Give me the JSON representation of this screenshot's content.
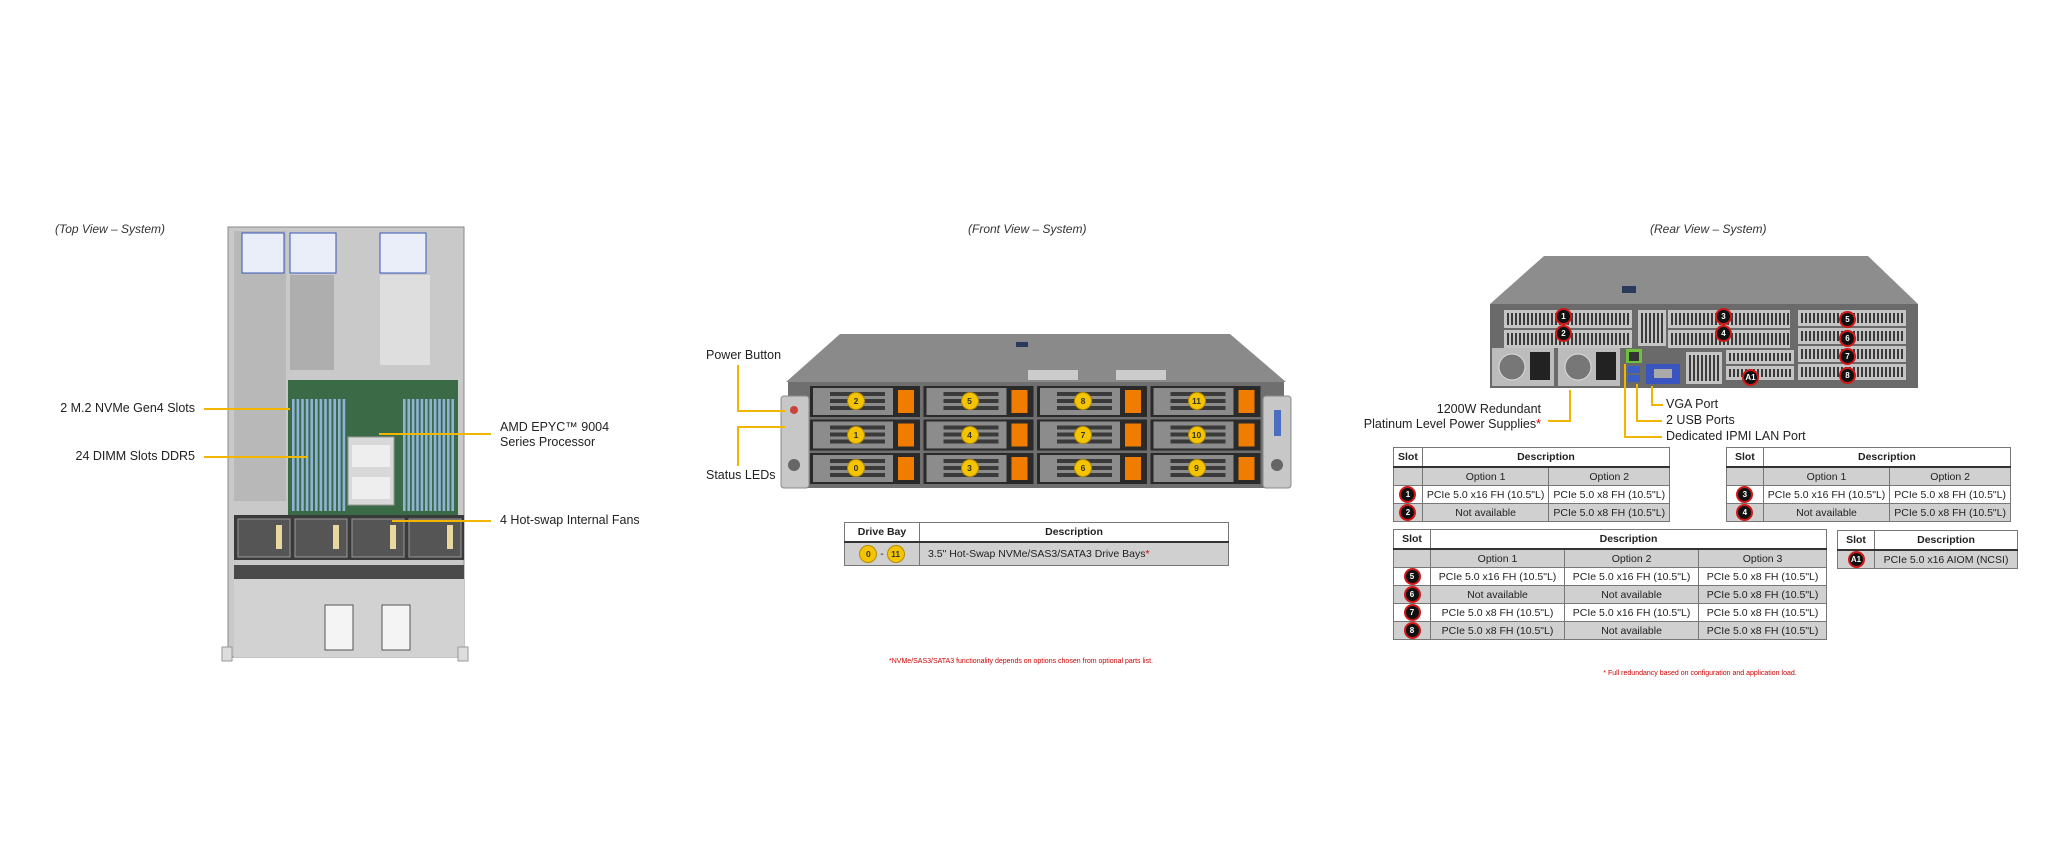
{
  "top_view": {
    "title": "(Top View – System)",
    "callouts": {
      "m2": "2 M.2 NVMe Gen4 Slots",
      "dimm": "24 DIMM Slots DDR5",
      "cpu_line1": "AMD EPYC™ 9004",
      "cpu_line2": "Series Processor",
      "fans": "4 Hot-swap Internal  Fans"
    }
  },
  "front_view": {
    "title": "(Front View – System)",
    "callouts": {
      "power": "Power Button",
      "leds": "Status LEDs"
    },
    "bay_rows": [
      [
        "2",
        "5",
        "8",
        "11"
      ],
      [
        "1",
        "4",
        "7",
        "10"
      ],
      [
        "0",
        "3",
        "6",
        "9"
      ]
    ],
    "table": {
      "headers": [
        "Drive Bay",
        "Description"
      ],
      "bay_from": "0",
      "bay_sep": "-",
      "bay_to": "11",
      "description": "3.5\" Hot-Swap  NVMe/SAS3/SATA3 Drive  Bays",
      "asterisk": "*"
    },
    "footnote": "*NVMe/SAS3/SATA3  functionality depends on options chosen  from optional parts list."
  },
  "rear_view": {
    "title": "(Rear View – System)",
    "slot_badges": [
      "1",
      "2",
      "3",
      "4",
      "5",
      "6",
      "7",
      "8",
      "A1"
    ],
    "callouts": {
      "psu_line1": "1200W Redundant",
      "psu_line2": "Platinum  Level Power Supplies",
      "psu_asterisk": "*",
      "vga": "VGA Port",
      "usb": "2 USB Ports",
      "ipmi": "Dedicated IPMI  LAN Port"
    },
    "tables": [
      {
        "headers": [
          "Slot",
          "Description"
        ],
        "options": [
          "Option 1",
          "Option 2"
        ],
        "rows": [
          {
            "slot": "1",
            "cells": [
              "PCIe 5.0 x16 FH (10.5\"L)",
              "PCIe 5.0 x8 FH (10.5\"L)"
            ]
          },
          {
            "slot": "2",
            "cells": [
              "Not available",
              "PCIe 5.0 x8 FH (10.5\"L)"
            ]
          }
        ]
      },
      {
        "headers": [
          "Slot",
          "Description"
        ],
        "options": [
          "Option 1",
          "Option 2"
        ],
        "rows": [
          {
            "slot": "3",
            "cells": [
              "PCIe 5.0 x16 FH (10.5\"L)",
              "PCIe 5.0 x8 FH (10.5\"L)"
            ]
          },
          {
            "slot": "4",
            "cells": [
              "Not available",
              "PCIe 5.0 x8 FH (10.5\"L)"
            ]
          }
        ]
      },
      {
        "headers": [
          "Slot",
          "Description"
        ],
        "options": [
          "Option 1",
          "Option 2",
          "Option 3"
        ],
        "rows": [
          {
            "slot": "5",
            "cells": [
              "PCIe 5.0 x16 FH (10.5\"L)",
              "PCIe 5.0 x16 FH (10.5\"L)",
              "PCIe 5.0 x8 FH (10.5\"L)"
            ]
          },
          {
            "slot": "6",
            "cells": [
              "Not available",
              "Not available",
              "PCIe 5.0 x8 FH (10.5\"L)"
            ]
          },
          {
            "slot": "7",
            "cells": [
              "PCIe 5.0 x8 FH (10.5\"L)",
              "PCIe 5.0 x16 FH (10.5\"L)",
              "PCIe 5.0 x8 FH (10.5\"L)"
            ]
          },
          {
            "slot": "8",
            "cells": [
              "PCIe 5.0 x8 FH (10.5\"L)",
              "Not available",
              "PCIe 5.0 x8 FH (10.5\"L)"
            ]
          }
        ]
      },
      {
        "headers": [
          "Slot",
          "Description"
        ],
        "options": [],
        "rows": [
          {
            "slot": "A1",
            "cells": [
              "PCIe 5.0 x16 AIOM (NCSI)"
            ]
          }
        ]
      }
    ],
    "footnote": "*  Full redundancy  based on configuration and application load."
  },
  "colors": {
    "callout_line": "#f2b600",
    "drive_badge": "#f5c400",
    "slot_badge_ring": "#d01818",
    "drive_latch": "#f07d00",
    "footnote": "#cc0000"
  }
}
